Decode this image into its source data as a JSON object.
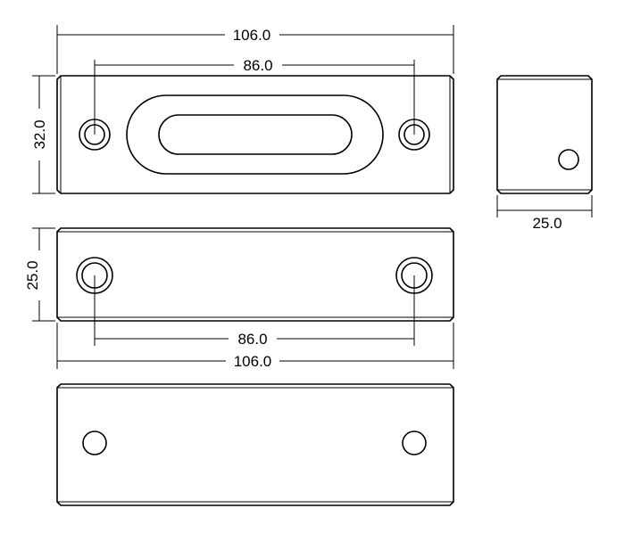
{
  "dimensions": {
    "top_overall_width": "106.0",
    "top_hole_spacing": "86.0",
    "top_height": "32.0",
    "side_width": "25.0",
    "front_height": "25.0",
    "front_hole_spacing": "86.0",
    "front_overall_width": "106.0"
  }
}
